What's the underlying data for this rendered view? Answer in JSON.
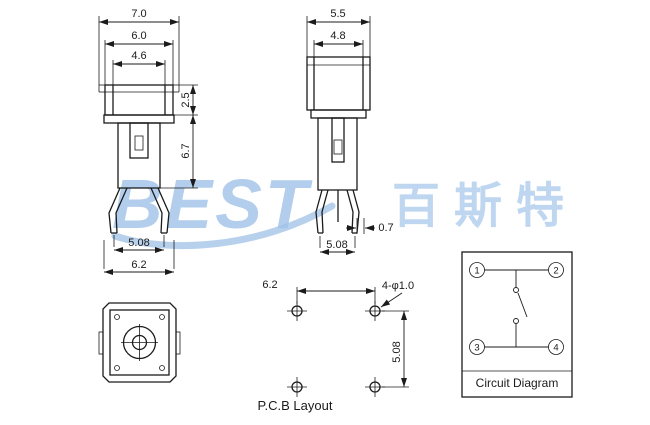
{
  "watermark": {
    "latin": "BEST",
    "cjk": "百斯特"
  },
  "front_view": {
    "w_outer": "7.0",
    "w_mid": "6.0",
    "w_inner": "4.6",
    "h_cap": "2.5",
    "h_body": "6.7",
    "pin_span": "5.08",
    "base_w": "6.2"
  },
  "side_view": {
    "w_outer": "5.5",
    "w_inner": "4.8",
    "pin_w": "0.7",
    "pin_span": "5.08"
  },
  "pcb": {
    "span_x": "6.2",
    "span_y": "5.08",
    "hole_callout": "4-φ1.0",
    "caption": "P.C.B Layout"
  },
  "circuit": {
    "caption": "Circuit Diagram",
    "pins": [
      "1",
      "2",
      "3",
      "4"
    ]
  },
  "colors": {
    "line": "#1b1b1b",
    "watermark_latin": "#9fc2e7",
    "watermark_cjk": "#b4cfed",
    "background": "#ffffff"
  }
}
